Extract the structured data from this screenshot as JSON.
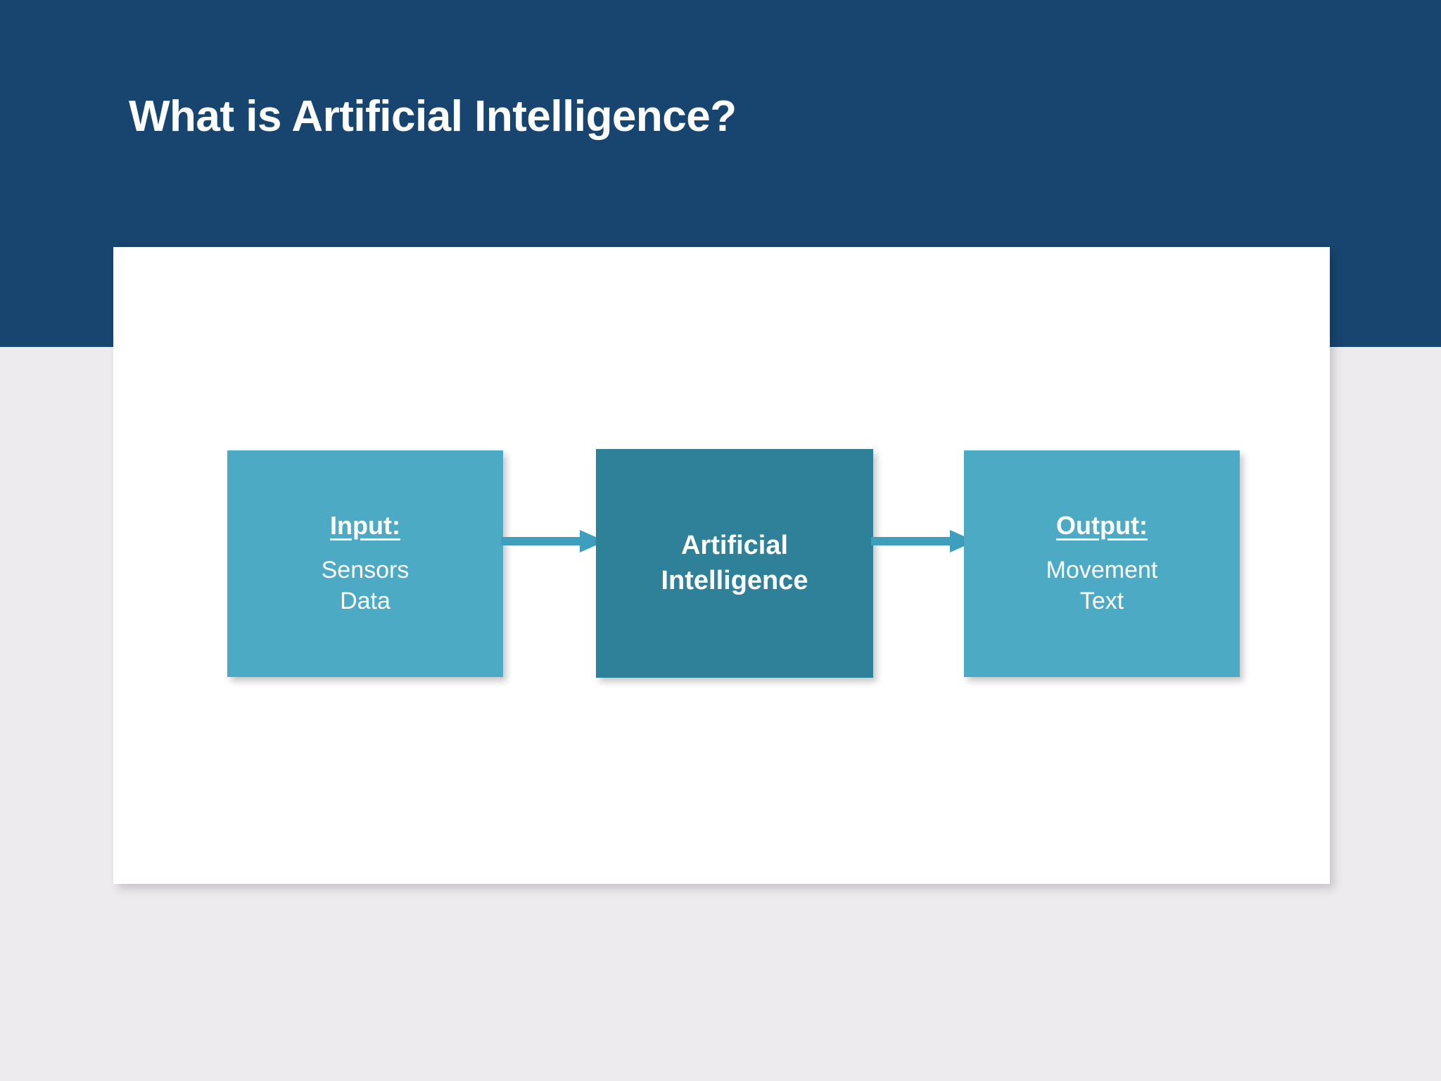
{
  "slide": {
    "title": "What is Artificial Intelligence?",
    "header_color": "#18456f",
    "background_color": "#edebee",
    "card_color": "#ffffff"
  },
  "diagram": {
    "type": "flowchart",
    "direction": "left-to-right",
    "accent_light": "#4daac4",
    "accent_dark": "#2e8198",
    "arrow_color": "#3e9fbc",
    "nodes": [
      {
        "id": "input",
        "heading": "Input:",
        "lines": [
          "Sensors",
          "Data"
        ],
        "fill": "#4daac4",
        "text_color": "#ffffff"
      },
      {
        "id": "ai",
        "heading": "",
        "lines": [
          "Artificial",
          "Intelligence"
        ],
        "fill": "#2e8198",
        "text_color": "#ffffff"
      },
      {
        "id": "output",
        "heading": "Output:",
        "lines": [
          "Movement",
          "Text"
        ],
        "fill": "#4daac4",
        "text_color": "#ffffff"
      }
    ],
    "edges": [
      {
        "from": "input",
        "to": "ai",
        "style": "solid-arrow"
      },
      {
        "from": "ai",
        "to": "output",
        "style": "solid-arrow"
      }
    ]
  }
}
